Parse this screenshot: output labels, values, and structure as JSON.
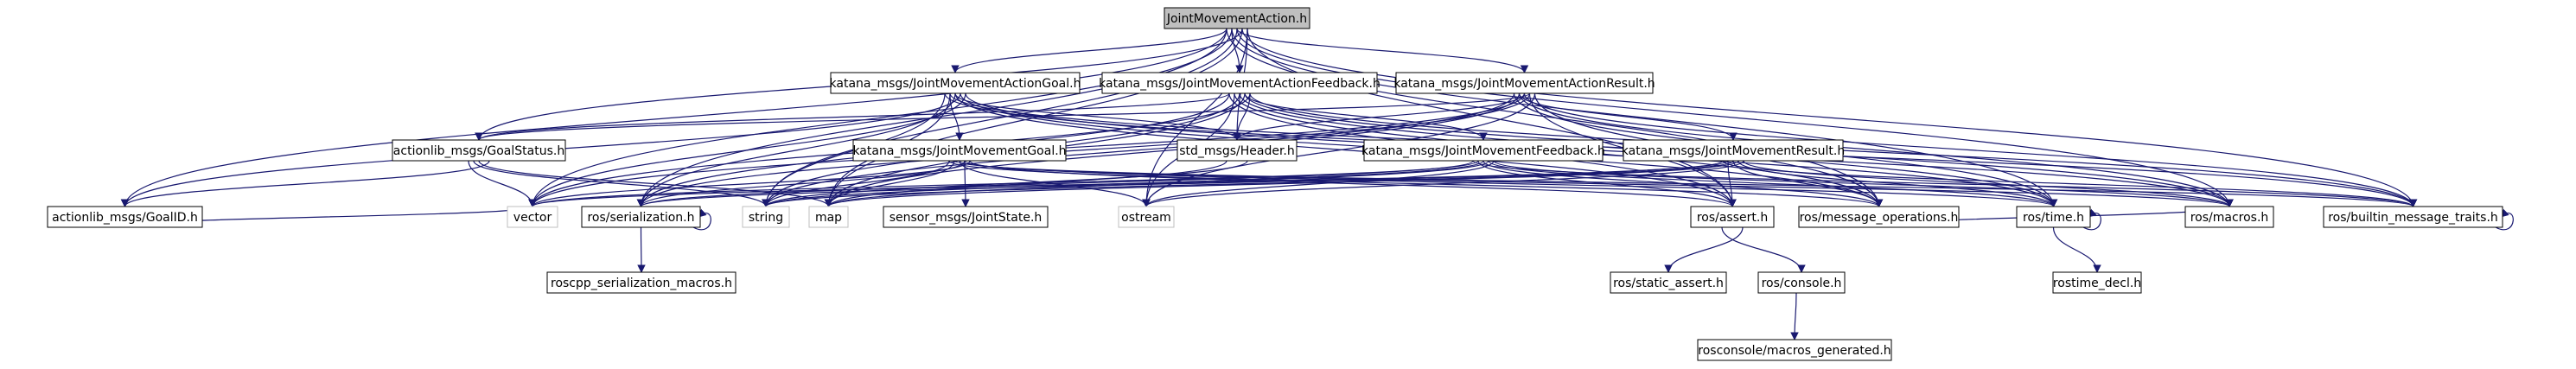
{
  "diagram": {
    "type": "include-dependency-graph",
    "colors": {
      "root_fill": "#bfbfbf",
      "node_border": "#000000",
      "external_border": "#bfbfbf",
      "edge": "#191970",
      "background": "#ffffff"
    },
    "nodes": [
      {
        "id": "root",
        "label": "JointMovementAction.h",
        "kind": "root"
      },
      {
        "id": "goal",
        "label": "katana_msgs/JointMovementActionGoal.h",
        "kind": "header"
      },
      {
        "id": "feedback",
        "label": "katana_msgs/JointMovementActionFeedback.h",
        "kind": "header"
      },
      {
        "id": "result",
        "label": "katana_msgs/JointMovementActionResult.h",
        "kind": "header"
      },
      {
        "id": "goalstatus",
        "label": "actionlib_msgs/GoalStatus.h",
        "kind": "header"
      },
      {
        "id": "jmgoal",
        "label": "katana_msgs/JointMovementGoal.h",
        "kind": "header"
      },
      {
        "id": "header",
        "label": "std_msgs/Header.h",
        "kind": "header"
      },
      {
        "id": "jmfeedback",
        "label": "katana_msgs/JointMovementFeedback.h",
        "kind": "header"
      },
      {
        "id": "jmresult",
        "label": "katana_msgs/JointMovementResult.h",
        "kind": "header"
      },
      {
        "id": "goalid",
        "label": "actionlib_msgs/GoalID.h",
        "kind": "header"
      },
      {
        "id": "vector",
        "label": "vector",
        "kind": "external"
      },
      {
        "id": "serialization",
        "label": "ros/serialization.h",
        "kind": "header"
      },
      {
        "id": "string",
        "label": "string",
        "kind": "external"
      },
      {
        "id": "map",
        "label": "map",
        "kind": "external"
      },
      {
        "id": "jointstate",
        "label": "sensor_msgs/JointState.h",
        "kind": "header"
      },
      {
        "id": "ostream",
        "label": "ostream",
        "kind": "external"
      },
      {
        "id": "assert",
        "label": "ros/assert.h",
        "kind": "header"
      },
      {
        "id": "msgops",
        "label": "ros/message_operations.h",
        "kind": "header"
      },
      {
        "id": "time",
        "label": "ros/time.h",
        "kind": "header"
      },
      {
        "id": "macros",
        "label": "ros/macros.h",
        "kind": "header"
      },
      {
        "id": "builtin",
        "label": "ros/builtin_message_traits.h",
        "kind": "header"
      },
      {
        "id": "sermacros",
        "label": "roscpp_serialization_macros.h",
        "kind": "header"
      },
      {
        "id": "staticassert",
        "label": "ros/static_assert.h",
        "kind": "header"
      },
      {
        "id": "console",
        "label": "ros/console.h",
        "kind": "header"
      },
      {
        "id": "rostimedecl",
        "label": "rostime_decl.h",
        "kind": "header"
      },
      {
        "id": "consolemacros",
        "label": "rosconsole/macros_generated.h",
        "kind": "header"
      }
    ],
    "edges": [
      [
        "root",
        "goal"
      ],
      [
        "root",
        "feedback"
      ],
      [
        "root",
        "result"
      ],
      [
        "root",
        "goalstatus"
      ],
      [
        "root",
        "header"
      ],
      [
        "root",
        "goalid"
      ],
      [
        "root",
        "vector"
      ],
      [
        "root",
        "string"
      ],
      [
        "root",
        "map"
      ],
      [
        "root",
        "assert"
      ],
      [
        "root",
        "msgops"
      ],
      [
        "root",
        "time"
      ],
      [
        "root",
        "macros"
      ],
      [
        "root",
        "builtin"
      ],
      [
        "root",
        "ostream"
      ],
      [
        "root",
        "serialization"
      ],
      [
        "goal",
        "jmgoal"
      ],
      [
        "goal",
        "header"
      ],
      [
        "goal",
        "goalid"
      ],
      [
        "goal",
        "vector"
      ],
      [
        "goal",
        "string"
      ],
      [
        "goal",
        "map"
      ],
      [
        "goal",
        "assert"
      ],
      [
        "goal",
        "msgops"
      ],
      [
        "goal",
        "time"
      ],
      [
        "goal",
        "macros"
      ],
      [
        "goal",
        "builtin"
      ],
      [
        "goal",
        "serialization"
      ],
      [
        "feedback",
        "jmfeedback"
      ],
      [
        "feedback",
        "header"
      ],
      [
        "feedback",
        "goalstatus"
      ],
      [
        "feedback",
        "ostream"
      ],
      [
        "feedback",
        "string"
      ],
      [
        "feedback",
        "map"
      ],
      [
        "feedback",
        "vector"
      ],
      [
        "feedback",
        "assert"
      ],
      [
        "feedback",
        "msgops"
      ],
      [
        "feedback",
        "time"
      ],
      [
        "feedback",
        "macros"
      ],
      [
        "feedback",
        "builtin"
      ],
      [
        "feedback",
        "serialization"
      ],
      [
        "result",
        "jmresult"
      ],
      [
        "result",
        "header"
      ],
      [
        "result",
        "goalstatus"
      ],
      [
        "result",
        "ostream"
      ],
      [
        "result",
        "string"
      ],
      [
        "result",
        "map"
      ],
      [
        "result",
        "vector"
      ],
      [
        "result",
        "assert"
      ],
      [
        "result",
        "msgops"
      ],
      [
        "result",
        "time"
      ],
      [
        "result",
        "macros"
      ],
      [
        "result",
        "builtin"
      ],
      [
        "result",
        "serialization"
      ],
      [
        "goalstatus",
        "goalid"
      ],
      [
        "goalstatus",
        "vector"
      ],
      [
        "goalstatus",
        "string"
      ],
      [
        "goalstatus",
        "map"
      ],
      [
        "jmgoal",
        "jointstate"
      ],
      [
        "jmgoal",
        "vector"
      ],
      [
        "jmgoal",
        "string"
      ],
      [
        "jmgoal",
        "map"
      ],
      [
        "jmgoal",
        "ostream"
      ],
      [
        "jmgoal",
        "serialization"
      ],
      [
        "jmgoal",
        "assert"
      ],
      [
        "jmgoal",
        "msgops"
      ],
      [
        "jmgoal",
        "builtin"
      ],
      [
        "jmgoal",
        "macros"
      ],
      [
        "jmgoal",
        "time"
      ],
      [
        "header",
        "string"
      ],
      [
        "header",
        "map"
      ],
      [
        "jmfeedback",
        "vector"
      ],
      [
        "jmfeedback",
        "string"
      ],
      [
        "jmfeedback",
        "map"
      ],
      [
        "jmfeedback",
        "ostream"
      ],
      [
        "jmfeedback",
        "serialization"
      ],
      [
        "jmfeedback",
        "assert"
      ],
      [
        "jmfeedback",
        "msgops"
      ],
      [
        "jmfeedback",
        "time"
      ],
      [
        "jmfeedback",
        "macros"
      ],
      [
        "jmfeedback",
        "builtin"
      ],
      [
        "jmresult",
        "vector"
      ],
      [
        "jmresult",
        "string"
      ],
      [
        "jmresult",
        "map"
      ],
      [
        "jmresult",
        "ostream"
      ],
      [
        "jmresult",
        "serialization"
      ],
      [
        "jmresult",
        "assert"
      ],
      [
        "jmresult",
        "msgops"
      ],
      [
        "jmresult",
        "time"
      ],
      [
        "jmresult",
        "macros"
      ],
      [
        "jmresult",
        "builtin"
      ],
      [
        "goalid",
        "vector"
      ],
      [
        "serialization",
        "sermacros"
      ],
      [
        "serialization",
        "serialization"
      ],
      [
        "assert",
        "staticassert"
      ],
      [
        "assert",
        "console"
      ],
      [
        "console",
        "consolemacros"
      ],
      [
        "time",
        "rostimedecl"
      ],
      [
        "time",
        "time"
      ],
      [
        "builtin",
        "builtin"
      ],
      [
        "msgops",
        "macros"
      ]
    ]
  }
}
